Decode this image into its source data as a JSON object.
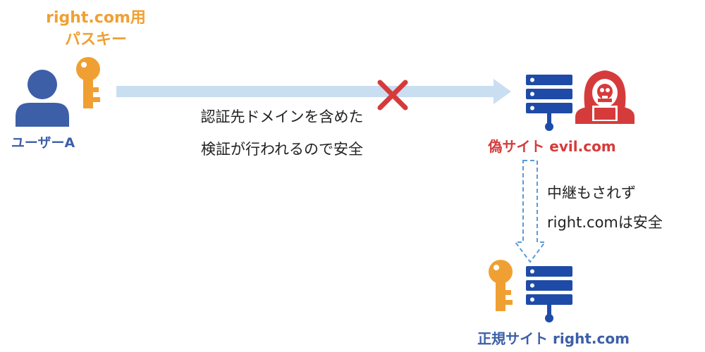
{
  "labels": {
    "passkey_line1": "right.com用",
    "passkey_line2": "パスキー",
    "user": "ユーザーA",
    "message_line1": "認証先ドメインを含めた",
    "message_line2": "検証が行われるので安全",
    "fake_site": "偽サイト evil.com",
    "relay_line1": "中継もされず",
    "relay_line2": "right.comは安全",
    "real_site": "正規サイト right.com"
  },
  "colors": {
    "key": "#f0a033",
    "user": "#3d5fa8",
    "server": "#1f4ba8",
    "hacker": "#d63b3b",
    "arrow": "#c9def1",
    "dashed_arrow": "#5b9bd5",
    "cross": "#d63b3b"
  },
  "icons": {
    "user": "user-icon",
    "key": "key-icon",
    "server": "server-icon",
    "hacker": "hacker-icon",
    "cross": "cross-icon"
  }
}
